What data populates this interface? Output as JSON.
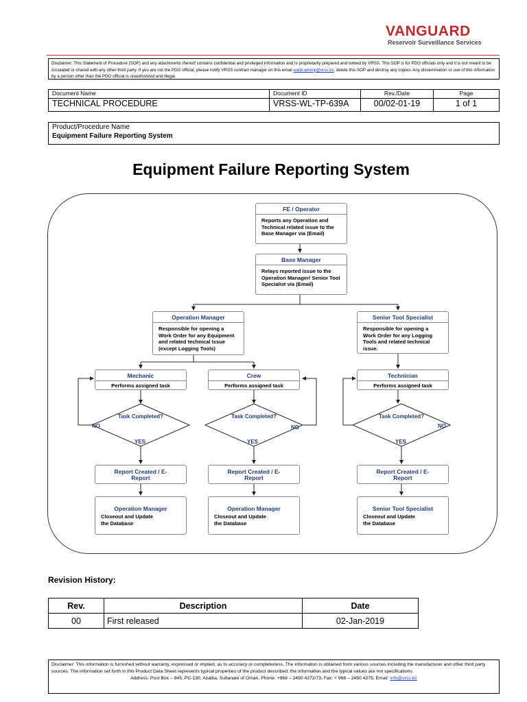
{
  "header": {
    "logo_name": "VANGUARD",
    "logo_subtitle": "Reservoir Surveillance Services",
    "brand_color": "#c0282d"
  },
  "disclaimer_top": {
    "text_1": "Disclaimer: This Statement of Procedure (SOP) and any attachments thereof contains confidential and privileged information and is proprietarily prepared and owned by VRSS. This SOP is for PDO officials only and it is not meant to be circulated or shared with any other third party. If you are not the PDO official, please notify VRSS contract manager on this email ",
    "email": "walid.alminji@vrss.bz",
    "text_2": ", delete this SOP and destroy any copies. Any dissemination or use of this information by a person other than the PDO official is unauthorized and illegal."
  },
  "doc_info": {
    "name_label": "Document Name",
    "name_value": "TECHNICAL PROCEDURE",
    "id_label": "Document ID",
    "id_value": "VRSS-WL-TP-639A",
    "rev_label": "Rev./Date",
    "rev_value": "00/02-01-19",
    "page_label": "Page",
    "page_value": "1 of  1",
    "product_label": "Product/Procedure Name",
    "product_value": "Equipment Failure Reporting System"
  },
  "title": "Equipment Failure Reporting System",
  "flowchart": {
    "fe_operator": {
      "title": "FE / Operator",
      "desc": "Reports any Operation and Technical related issue to the Base Manager via (Email)"
    },
    "base_manager": {
      "title": "Base Manager",
      "desc": "Relays reported issue to the Operation Manager/ Senior Tool Specialist via (Email)"
    },
    "operation_manager": {
      "title": "Operation Manager",
      "desc": "Responsible for opening a Work Order for any Equipment and related technical Issue (except Logging Tools)"
    },
    "senior_tool_specialist": {
      "title": "Senior Tool Specialist",
      "desc": "Responsible for opening a Work Order for any Logging Tools and related technical issue."
    },
    "mechanic": {
      "title": "Mechanic",
      "desc": "Performs assigned task"
    },
    "crew": {
      "title": "Crew",
      "desc": "Performs assigned task"
    },
    "technician": {
      "title": "Technician",
      "desc": "Performs assigned task"
    },
    "decision": "Task Completed?",
    "no": "NO",
    "yes": "YES",
    "report": "Report Created / E-Report",
    "close_1": {
      "title": "Operation Manager",
      "desc": "Closeout and Update the Database"
    },
    "close_2": {
      "title": "Operation Manager",
      "desc": "Closeout and Update the Database"
    },
    "close_3": {
      "title": "Senior Tool Specialist",
      "desc": "Closeout and Update the Database"
    }
  },
  "revision": {
    "heading": "Revision History:",
    "headers": [
      "Rev.",
      "Description",
      "Date"
    ],
    "rows": [
      [
        "00",
        "First released",
        "02-Jan-2019"
      ]
    ]
  },
  "disclaimer_bottom": {
    "text": "Disclaimer: This information is furnished without warranty, expressed or implied, as to accuracy or completeness. The information is obtained from various sources including the manufacturer and other third party sources. The information set forth in this Product Data Sheet represents typical properties of the product described; the information and the typical values are not specifications.",
    "address": "Address: Post Box – 945, PC-130, Azaiba, Sultanate of Oman, Phone: +968 – 2450 4272/73, Fax: + 968 – 2450 4275, Email: ",
    "email": "info@vrss.bz"
  }
}
